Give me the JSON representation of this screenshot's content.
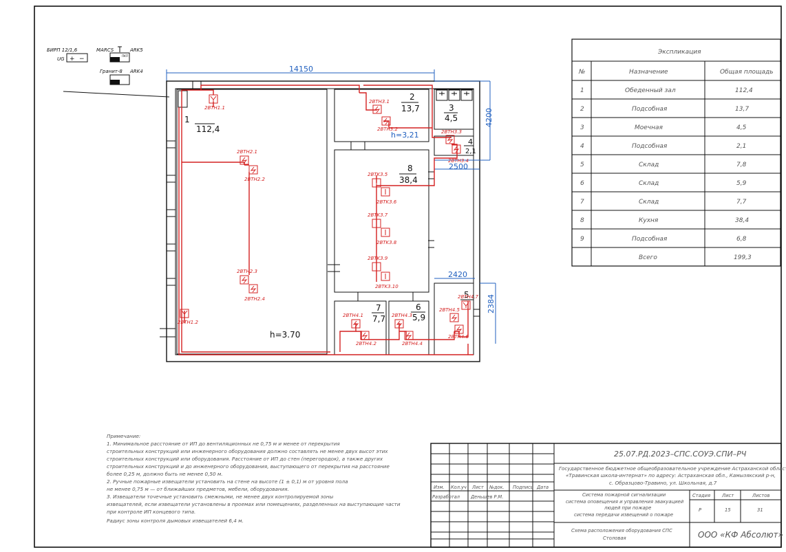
{
  "header_device": {
    "birp": "БИРП 12/1,6",
    "ug": "UG",
    "marcs": "MARCS",
    "ark5": "ARK5",
    "granit": "Гранит-8",
    "ark4": "ARK4",
    "pm": "ПКП"
  },
  "plan": {
    "dim_width": "14150",
    "dim_4200": "4200",
    "dim_2500": "2500",
    "dim_2420": "2420",
    "dim_2384": "2384",
    "height_main": "h=3.70",
    "height_2": "h=3,21",
    "rooms": [
      {
        "num": "1",
        "area": "112,4"
      },
      {
        "num": "2",
        "area": "13,7"
      },
      {
        "num": "3",
        "area": "4,5"
      },
      {
        "num": "4",
        "area": "2,1"
      },
      {
        "num": "5",
        "area": ""
      },
      {
        "num": "6",
        "area": "5,9"
      },
      {
        "num": "7",
        "area": "7,7"
      },
      {
        "num": "8",
        "area": "38,4"
      }
    ],
    "devices": [
      {
        "id": "2BTH1.1"
      },
      {
        "id": "2BTH1.2"
      },
      {
        "id": "2BTH2.1"
      },
      {
        "id": "2BTH2.2"
      },
      {
        "id": "2BTH2.3"
      },
      {
        "id": "2BTH2.4"
      },
      {
        "id": "2BTH3.1"
      },
      {
        "id": "2BTH3.2"
      },
      {
        "id": "2BTH3.3"
      },
      {
        "id": "2BTH3.4"
      },
      {
        "id": "2BTK3.5"
      },
      {
        "id": "2BTK3.6"
      },
      {
        "id": "2BTK3.7"
      },
      {
        "id": "2BTK3.8"
      },
      {
        "id": "2BTK3.9"
      },
      {
        "id": "2BTK3.10"
      },
      {
        "id": "2BTH4.1"
      },
      {
        "id": "2BTH4.2"
      },
      {
        "id": "2BTH4.3"
      },
      {
        "id": "2BTH4.4"
      },
      {
        "id": "2BTH4.5"
      },
      {
        "id": "2BTH4.6"
      },
      {
        "id": "2BTH4.7"
      }
    ]
  },
  "explication": {
    "title": "Экспликация",
    "headers": [
      "№",
      "Назначение",
      "Общая площадь"
    ],
    "rows": [
      [
        "1",
        "Обеденный зал",
        "112,4"
      ],
      [
        "2",
        "Подсобная",
        "13,7"
      ],
      [
        "3",
        "Моечная",
        "4,5"
      ],
      [
        "4",
        "Подсобная",
        "2,1"
      ],
      [
        "5",
        "Склад",
        "7,8"
      ],
      [
        "6",
        "Склад",
        "5,9"
      ],
      [
        "7",
        "Склад",
        "7,7"
      ],
      [
        "8",
        "Кухня",
        "38,4"
      ],
      [
        "9",
        "Подсобная",
        "6,8"
      ],
      [
        "",
        "Всего",
        "199,3"
      ]
    ]
  },
  "notes": {
    "title": "Примечание:",
    "lines": [
      "1. Минимальное расстояние от ИП до вентиляционных не 0,75 м и менее от перекрытия",
      "строительных конструкций или инженерного оборудования должно составлять не менее двух высот этих",
      "строительных конструкций или оборудования. Расстояние от ИП до стен (перегородок), а также других",
      "строительных конструкций и до инженерного оборудования, выступающего от перекрытия на расстояние",
      "более 0,25 м, должно быть не менее 0,50 м.",
      "2. Ручные пожарные извещатели установить на стене на высоте (1 ± 0,1) м от уровня пола",
      "не менее 0,75 м — от ближайших предметов, мебели, оборудования.",
      "3. Извещатели точечные установить смежными, не менее двух контролируемой зоны",
      "извещателей, если извещатели установлены в проемах или помещениях, разделенных на выступающие части",
      "при контроле ИП концевого типа.",
      "Радиус зоны контроля дымовых извещателей 6,4 м."
    ]
  },
  "stamp": {
    "code": "25.07.РД.2023–СПС.СОУЭ.СПИ–РЧ",
    "org_line1": "Государственное бюджетное общеобразовательное учреждение Астраханской области",
    "org_line2": "«Травинская школа-интернат» по адресу: Астраханская обл., Камызякский р-н,",
    "org_line3": "с. Образцово-Травино, ул. Школьная, д.7",
    "col_izm": "Изм.",
    "col_kol": "Кол.уч",
    "col_list": "Лист",
    "col_ndok": "№док.",
    "col_podp": "Подпись",
    "col_data": "Дата",
    "razrab": "Разработал",
    "razrab_name": "Деньшев Р.М.",
    "system_line1": "Система пожарной сигнализации",
    "system_line2": "система оповещения и управления эвакуацией",
    "system_line3": "людей при пожаре",
    "system_line4": "система передачи извещений о пожаре",
    "stage_label": "Стадия",
    "sheet_label": "Лист",
    "sheets_label": "Листов",
    "stage": "Р",
    "sheet": "15",
    "sheets": "31",
    "drawing_line1": "Схема расположения оборудования СПС",
    "drawing_line2": "Столовая",
    "company": "ООО «КФ Абсолют»"
  }
}
